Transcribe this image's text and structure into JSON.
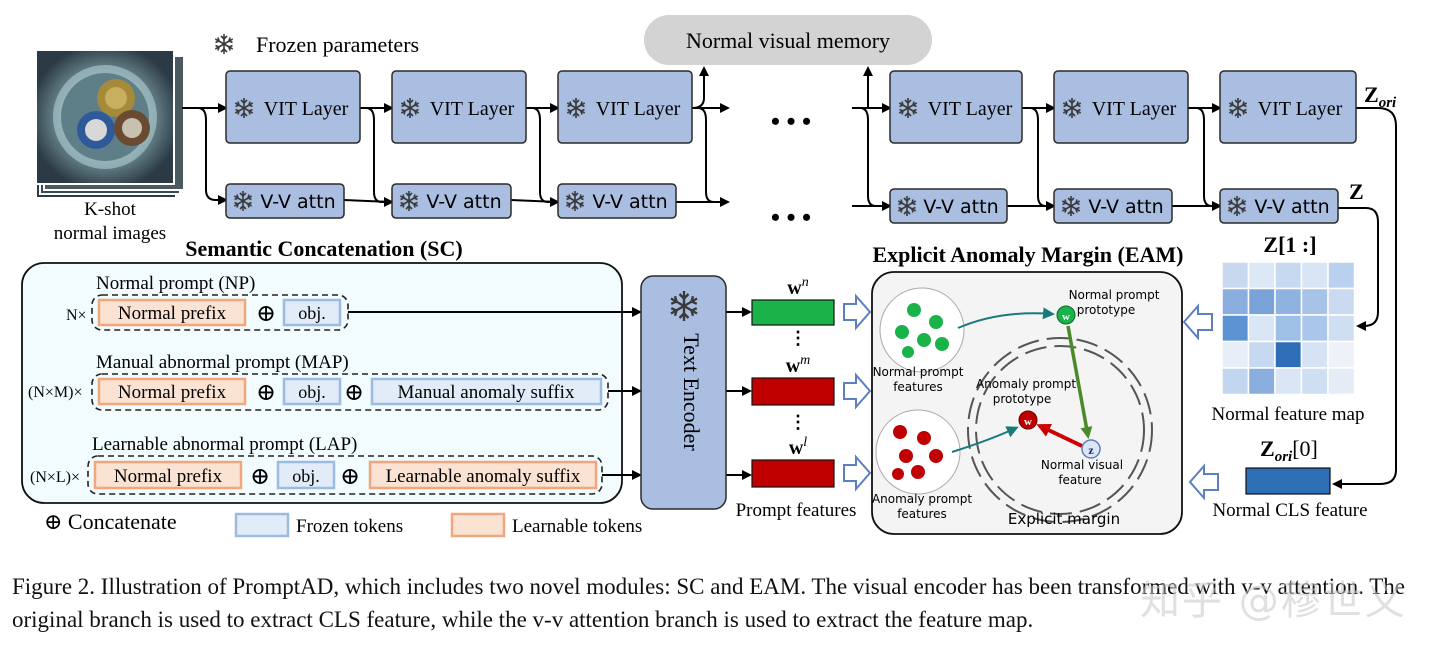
{
  "frozen_legend": "Frozen parameters",
  "memory_label": "Normal visual memory",
  "input_label_1": "K-shot",
  "input_label_2": "normal images",
  "vit_layer": "VIT Layer",
  "vv_attn": "V-V attn",
  "dots": "• • •",
  "z_ori": "Z",
  "z_ori_sub": "ori",
  "z_label": "Z",
  "z_slice": "Z[1 :]",
  "z_cls": "Z",
  "z_cls_suffix": "[0]",
  "sc_title": "Semantic Concatenation (SC)",
  "np_title": "Normal prompt (NP)",
  "map_title": "Manual abnormal prompt (MAP)",
  "lap_title": "Learnable abnormal prompt (LAP)",
  "np_mult": "N×",
  "map_mult": "(N×M)×",
  "lap_mult": "(N×L)×",
  "normal_prefix": "Normal prefix",
  "obj": "obj.",
  "manual_suffix": "Manual anomaly suffix",
  "learnable_suffix": "Learnable anomaly suffix",
  "plus": "⊕",
  "concat_legend": "⊕ Concatenate",
  "frozen_tokens": "Frozen tokens",
  "learnable_tokens": "Learnable tokens",
  "text_encoder": "Text Encoder",
  "wn": "w",
  "wn_sup": "n",
  "wm_sup": "m",
  "wl_sup": "l",
  "prompt_features": "Prompt features",
  "eam_title": "Explicit Anomaly Margin (EAM)",
  "normal_prompt_features": "Normal prompt features",
  "anomaly_prompt_features": "Anomaly prompt features",
  "normal_prompt_prototype": "Normal prompt prototype",
  "anomaly_prompt_prototype": "Anomaly prompt prototype",
  "normal_visual_feature": "Normal visual feature",
  "explicit_margin": "Explicit margin",
  "normal_feature_map": "Normal feature map",
  "normal_cls_feature": "Normal CLS feature",
  "caption": "Figure 2. Illustration of PromptAD, which includes two novel modules: SC and EAM. The visual encoder has been transformed with v-v attention. The original branch is used to extract CLS feature, while the v-v attention branch is used to extract the feature map.",
  "watermark": "知乎 @穆世义",
  "colors": {
    "layer_fill": "#a9bee0",
    "token_blue": "#9bbce0",
    "token_orange": "#f0a77c",
    "green": "#19b34a",
    "red": "#c00000",
    "sc_bg": "#f2fbfd"
  }
}
